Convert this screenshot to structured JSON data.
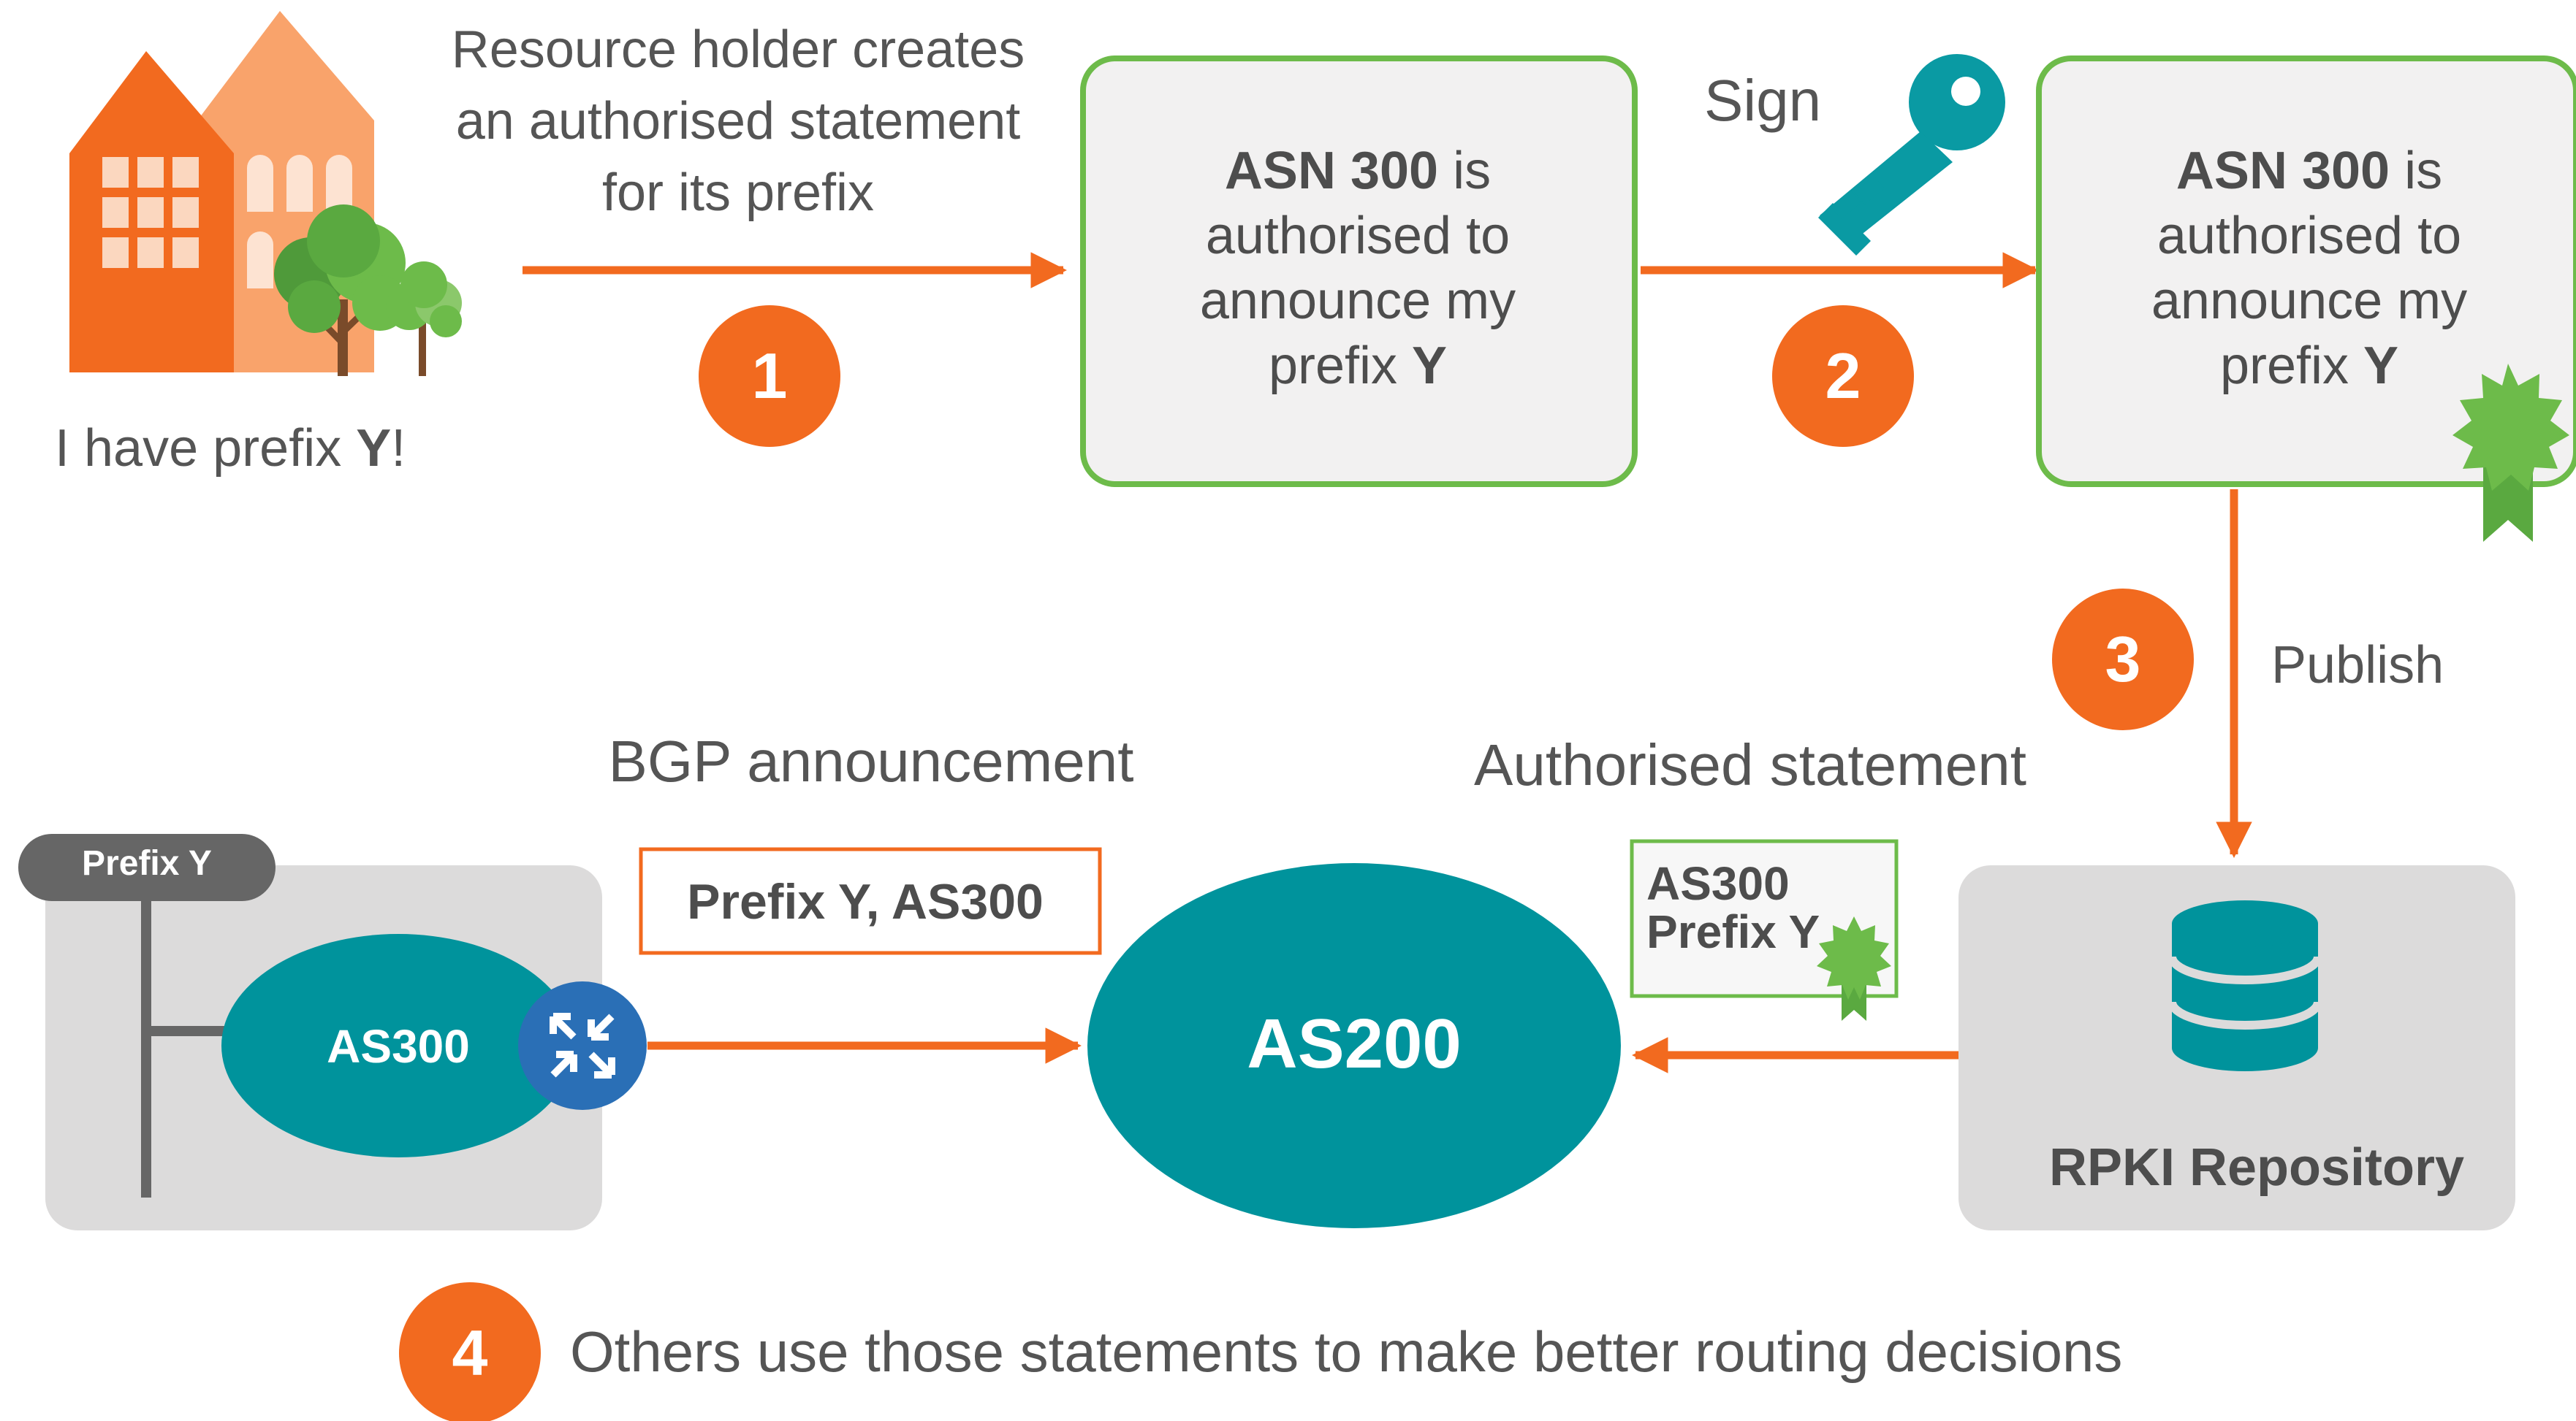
{
  "colors": {
    "orange": "#f26a1f",
    "teal": "#00939c",
    "green": "#6dbb4a",
    "box_grey": "#f2f1f1",
    "panel_grey": "#dcdbdb",
    "text_grey": "#555555",
    "router_blue": "#2a6fb6",
    "key_teal": "#0a9aa3"
  },
  "step1": {
    "caption_line1": "Resource holder creates",
    "caption_line2": "an authorised statement",
    "caption_line3": "for its prefix",
    "badge": "1"
  },
  "holder": {
    "label_prefix": "I have prefix ",
    "label_bold": "Y",
    "label_suffix": "!",
    "icon": "building-with-trees-icon"
  },
  "statement_box": {
    "line1_bold": "ASN 300",
    "line1_rest": " is",
    "line2": "authorised to",
    "line3": "announce my",
    "line4_rest": "prefix ",
    "line4_bold": "Y"
  },
  "signed_box": {
    "line1_bold": "ASN 300",
    "line1_rest": " is",
    "line2": "authorised to",
    "line3": "announce my",
    "line4_rest": "prefix ",
    "line4_bold": "Y",
    "seal_icon": "certificate-seal-icon"
  },
  "step2": {
    "label": "Sign",
    "badge": "2",
    "icon": "key-icon"
  },
  "step3": {
    "label": "Publish",
    "badge": "3"
  },
  "bgp": {
    "title": "BGP announcement",
    "announcement": "Prefix Y, AS300"
  },
  "authorised": {
    "title": "Authorised statement",
    "card_line1": "AS300",
    "card_line2": "Prefix Y"
  },
  "left_panel": {
    "prefix_tag": "Prefix Y",
    "as_label": "AS300",
    "router_icon": "router-icon"
  },
  "center": {
    "as_label": "AS200"
  },
  "repository": {
    "label": "RPKI Repository",
    "icon": "database-icon"
  },
  "step4": {
    "badge": "4",
    "text": "Others use those statements to make better routing decisions"
  }
}
